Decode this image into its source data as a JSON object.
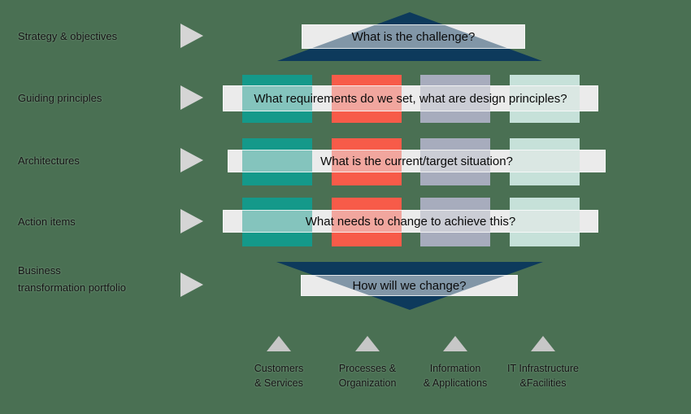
{
  "left_rows": [
    {
      "label": "Strategy & objectives"
    },
    {
      "label": "Guiding principles"
    },
    {
      "label": "Architectures"
    },
    {
      "label": "Action items"
    },
    {
      "label": "Business\ntransformation portfolio"
    }
  ],
  "banners": {
    "top": "What is the challenge?",
    "guiding": "What requirements do we set, what are design principles?",
    "architecture": "What is the current/target situation?",
    "action": "What needs to change to achieve this?",
    "bottom": "How will we change?"
  },
  "columns": [
    {
      "name": "customers-services",
      "color": "#14998a",
      "label": "Customers\n& Services"
    },
    {
      "name": "processes-organization",
      "color": "#f75b49",
      "label": "Processes &\nOrganization"
    },
    {
      "name": "information-applications",
      "color": "#a7acbd",
      "label": "Information\n& Applications"
    },
    {
      "name": "it-infrastructure-facilities",
      "color": "#c6e1d9",
      "label": "IT Infrastructure\n&Facilities"
    }
  ],
  "colors": {
    "background": "#4a7053",
    "navy": "#0d3a5c",
    "banner": "#ebebeb",
    "arrow": "#d5d5d5",
    "bottom_triangle": "#c7c7c7"
  }
}
